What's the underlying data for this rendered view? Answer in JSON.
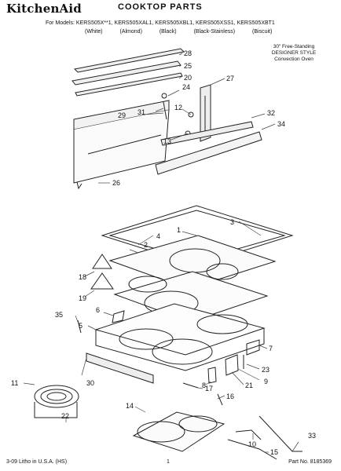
{
  "header": {
    "brand": "KitchenAid",
    "title": "COOKTOP PARTS",
    "models": "For Models: KERS505X**1, KERS505XAL1, KERS505XBL1, KERS505XSS1, KERS505XBT1",
    "colors": "(White) (Almond) (Black) (Black-Stainless) (Biscuit)"
  },
  "product": {
    "line1": "30\" Free-Standing",
    "line2": "DESIGNER STYLE",
    "line3": "Convection Oven"
  },
  "callouts": [
    "28",
    "25",
    "20",
    "24",
    "27",
    "12",
    "29",
    "31",
    "13",
    "32",
    "34",
    "26",
    "3",
    "4",
    "1",
    "2",
    "18",
    "19",
    "6",
    "35",
    "5",
    "7",
    "23",
    "9",
    "21",
    "8",
    "17",
    "11",
    "30",
    "16",
    "22",
    "14",
    "10",
    "33",
    "15"
  ],
  "footer": {
    "litho": "3-09 Litho in U.S.A. (HS)",
    "page": "1",
    "part_no": "Part No. 8185369"
  }
}
